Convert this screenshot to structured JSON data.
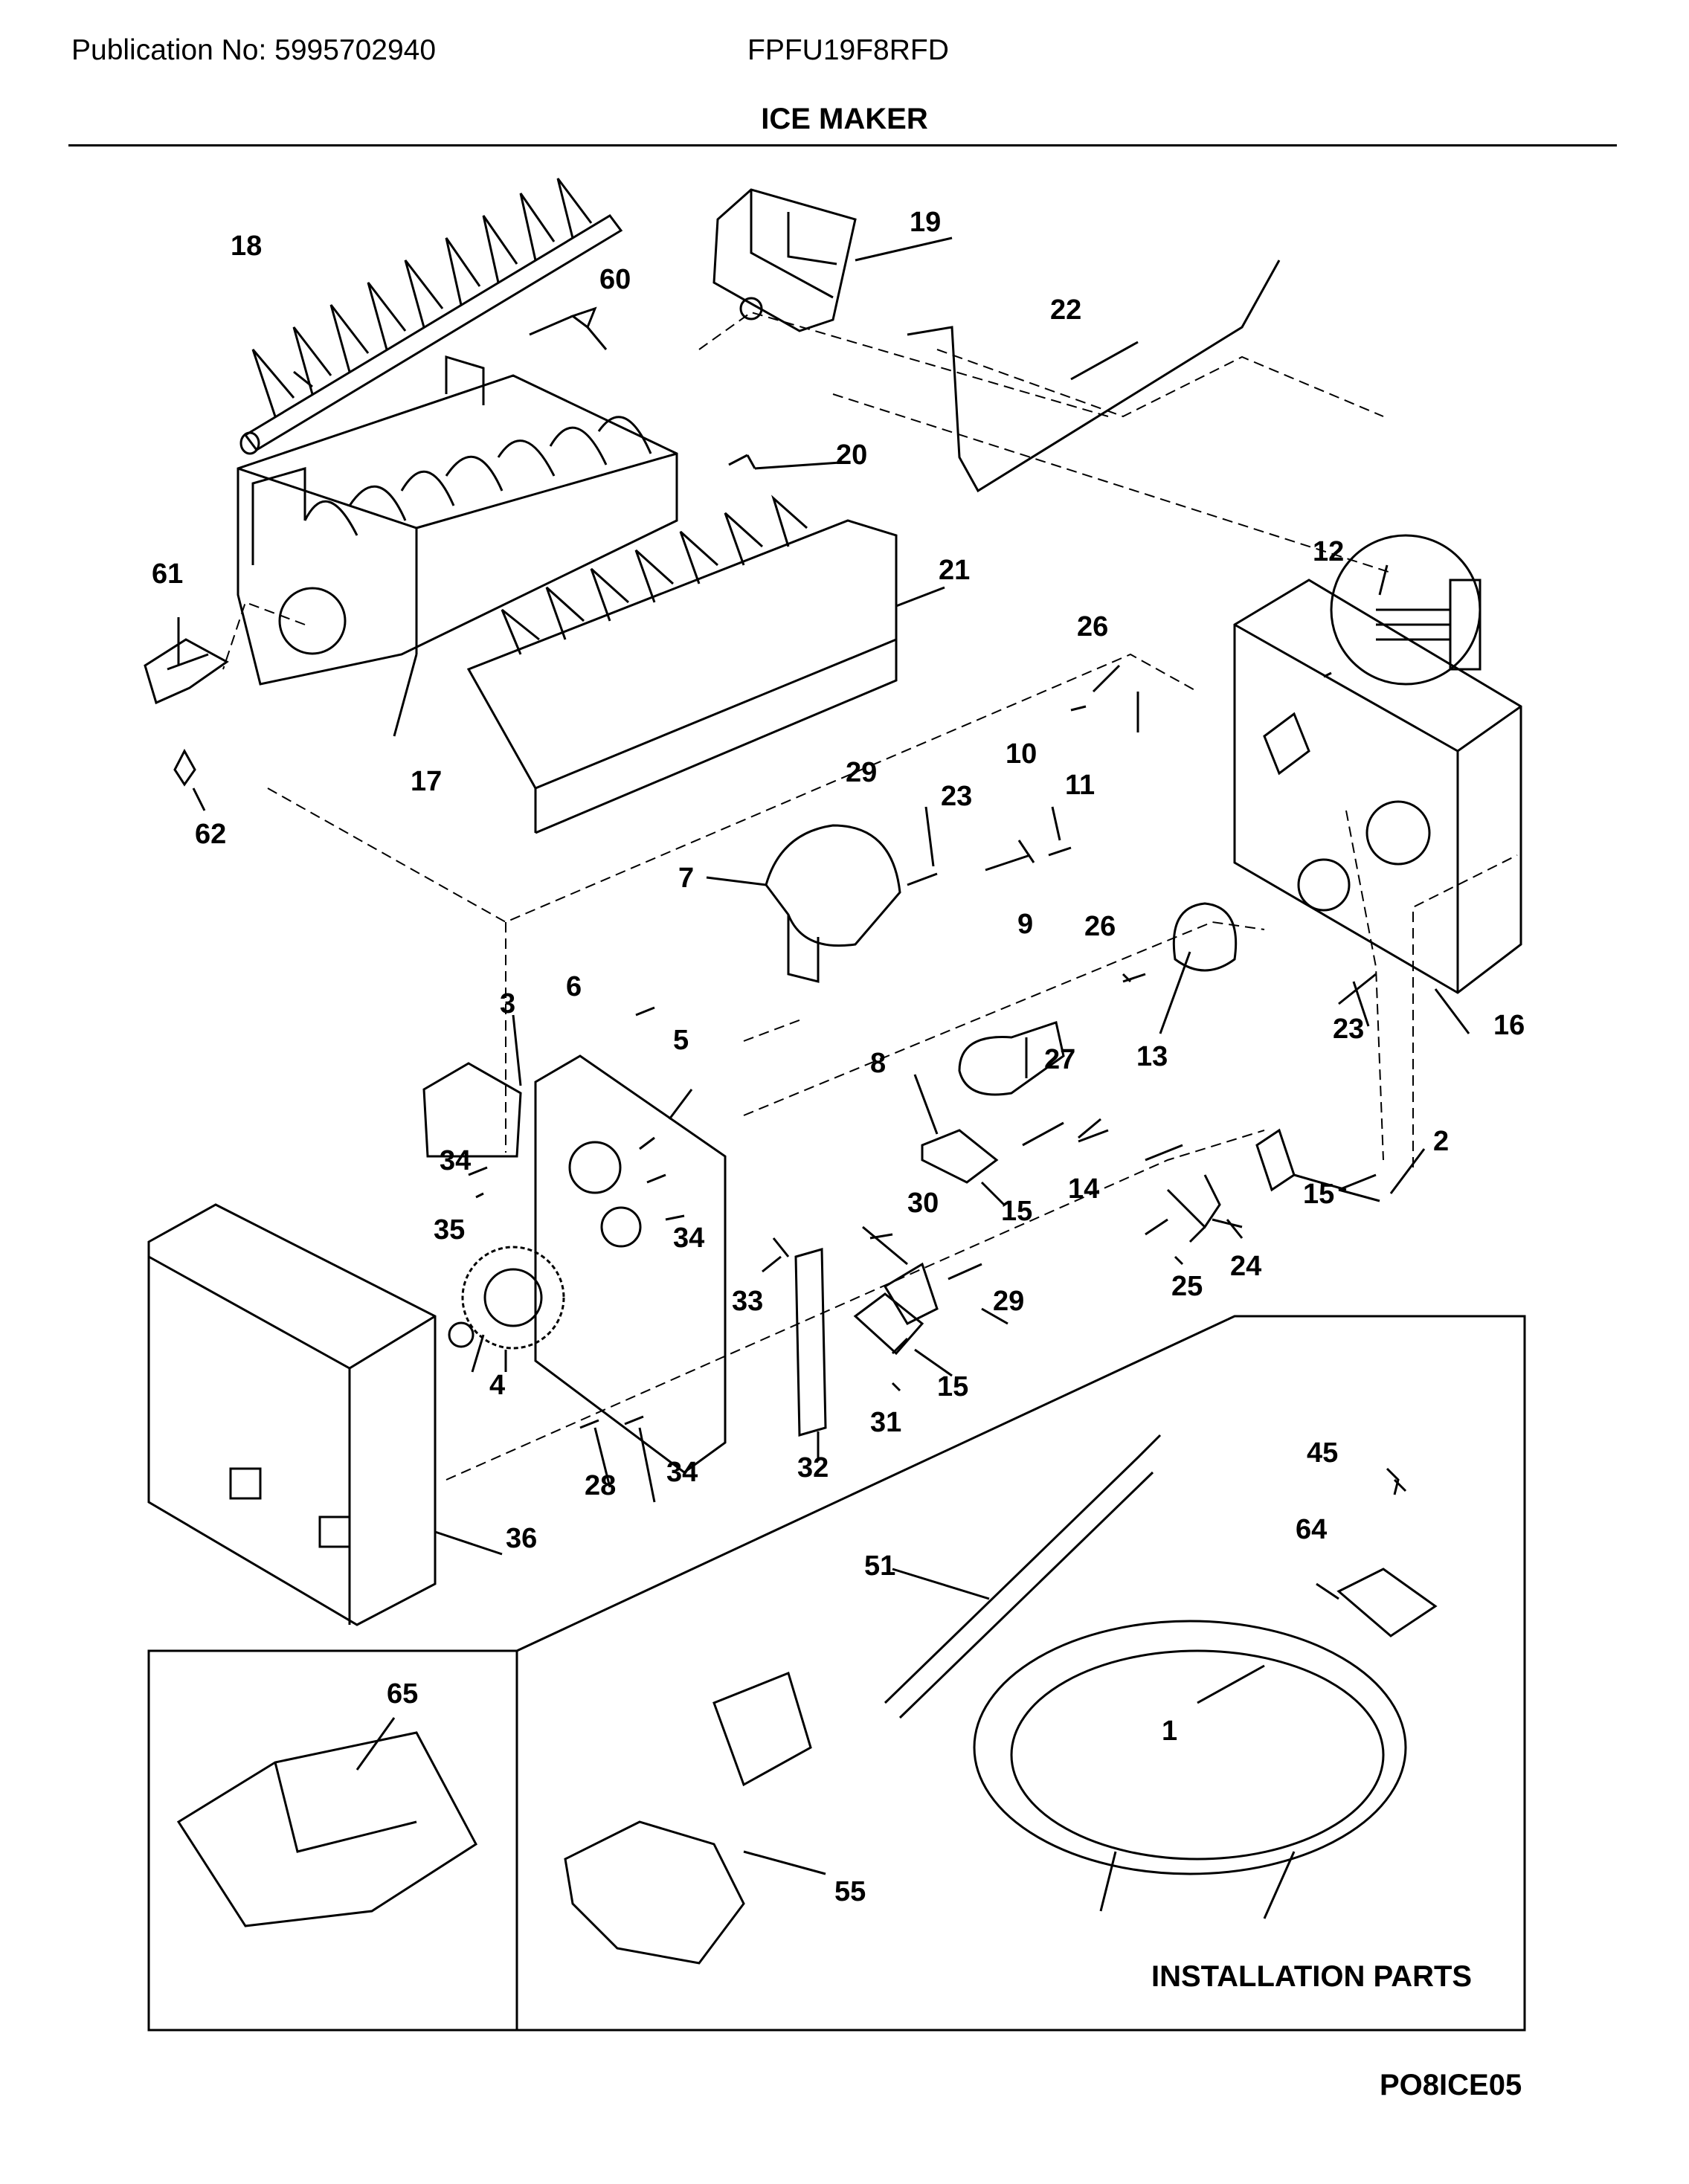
{
  "header": {
    "publication": "Publication No: 5995702940",
    "model": "FPFU19F8RFD",
    "title": "ICE MAKER"
  },
  "diagram": {
    "callouts": {
      "p18": "18",
      "p19": "19",
      "p60": "60",
      "p22": "22",
      "p20": "20",
      "p21": "21",
      "p61": "61",
      "p17": "17",
      "p62": "62",
      "p12": "12",
      "p26a": "26",
      "p11": "11",
      "p10": "10",
      "p29a": "29",
      "p23a": "23",
      "p7": "7",
      "p9": "9",
      "p26b": "26",
      "p13": "13",
      "p23b": "23",
      "p16": "16",
      "p3": "3",
      "p6": "6",
      "p5": "5",
      "p8": "8",
      "p27": "27",
      "p2": "2",
      "p34a": "34",
      "p15a": "15",
      "p14": "14",
      "p15b": "15",
      "p35": "35",
      "p34b": "34",
      "p30": "30",
      "p33": "33",
      "p29b": "29",
      "p25": "25",
      "p24": "24",
      "p4": "4",
      "p15c": "15",
      "p31": "31",
      "p28": "28",
      "p34c": "34",
      "p32": "32",
      "p45": "45",
      "p36": "36",
      "p64": "64",
      "p51": "51",
      "p65": "65",
      "p1": "1",
      "p55": "55"
    },
    "installation_label": "INSTALLATION PARTS",
    "figure_code": "PO8ICE05"
  }
}
